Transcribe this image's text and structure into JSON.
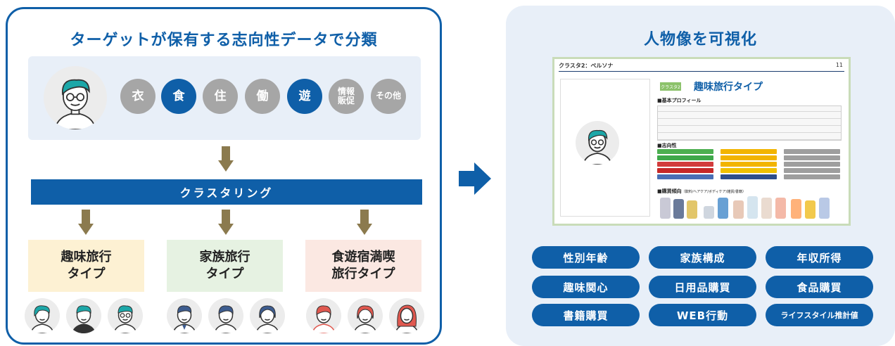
{
  "left": {
    "title": "ターゲットが保有する志向性データで分類",
    "attributes": [
      {
        "label": "衣",
        "active": false
      },
      {
        "label": "食",
        "active": true
      },
      {
        "label": "住",
        "active": false
      },
      {
        "label": "働",
        "active": false
      },
      {
        "label": "遊",
        "active": true
      },
      {
        "label": "情報\n販促",
        "active": false
      },
      {
        "label": "その他",
        "active": false
      }
    ],
    "cluster_label": "クラスタリング",
    "types": [
      {
        "line1": "趣味旅行",
        "line2": "タイプ",
        "color": "#fdf1d3"
      },
      {
        "line1": "家族旅行",
        "line2": "タイプ",
        "color": "#e6f2e2"
      },
      {
        "line1": "食遊宿満喫",
        "line2": "旅行タイプ",
        "color": "#fbe8e2"
      }
    ]
  },
  "right": {
    "title": "人物像を可視化",
    "doc": {
      "header": "クラスタ2：ペルソナ",
      "page": "11",
      "tag": "クラスタ2",
      "name": "趣味旅行タイプ",
      "section_profile": "■基本プロフィール",
      "section_orientation": "■志向性",
      "section_purchase": "■購買傾向",
      "section_purchase_note": "（飲料/ヘアケア/ボディケア/雑貨/書籍）"
    },
    "tags": [
      {
        "label": "性別年齢",
        "small": false
      },
      {
        "label": "家族構成",
        "small": false
      },
      {
        "label": "年収所得",
        "small": false
      },
      {
        "label": "趣味関心",
        "small": false
      },
      {
        "label": "日用品購買",
        "small": false
      },
      {
        "label": "食品購買",
        "small": false
      },
      {
        "label": "書籍購買",
        "small": false
      },
      {
        "label": "WEB行動",
        "small": false
      },
      {
        "label": "ライフスタイル推計値",
        "small": true
      }
    ]
  },
  "colors": {
    "primary_blue": "#0f5fa8",
    "arrow_brown": "#8b7a4e",
    "panel_bg": "#e8eff8",
    "teal_hair": "#1ca7a8",
    "navy_hair": "#3d5c8f",
    "red_hair": "#e0584f"
  }
}
